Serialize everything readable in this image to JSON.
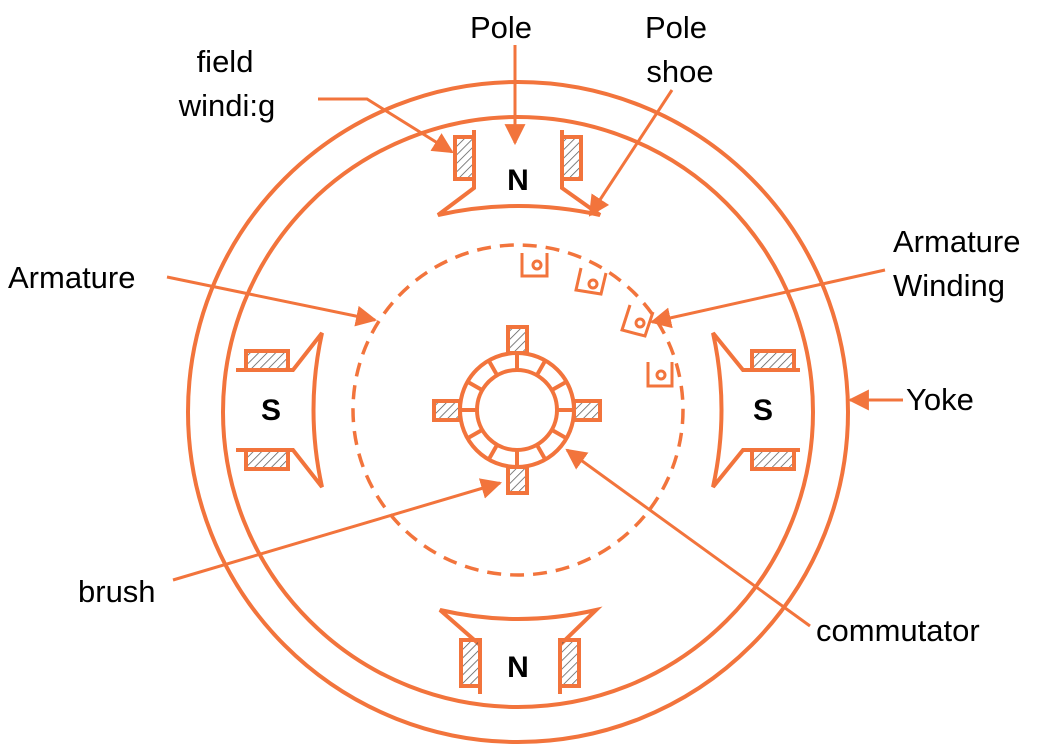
{
  "colors": {
    "stroke": "#f2743c",
    "text": "#000000",
    "background": "#ffffff"
  },
  "labels": {
    "pole": "Pole",
    "pole_shoe_1": "Pole",
    "pole_shoe_2": "shoe",
    "field_winding_1": "field",
    "field_winding_2": "windi:g",
    "armature": "Armature",
    "armature_winding_1": "Armature",
    "armature_winding_2": "Winding",
    "yoke": "Yoke",
    "brush": "brush",
    "commutator": "commutator"
  },
  "poles": {
    "top": "N",
    "bottom": "N",
    "left": "S",
    "right": "S"
  }
}
